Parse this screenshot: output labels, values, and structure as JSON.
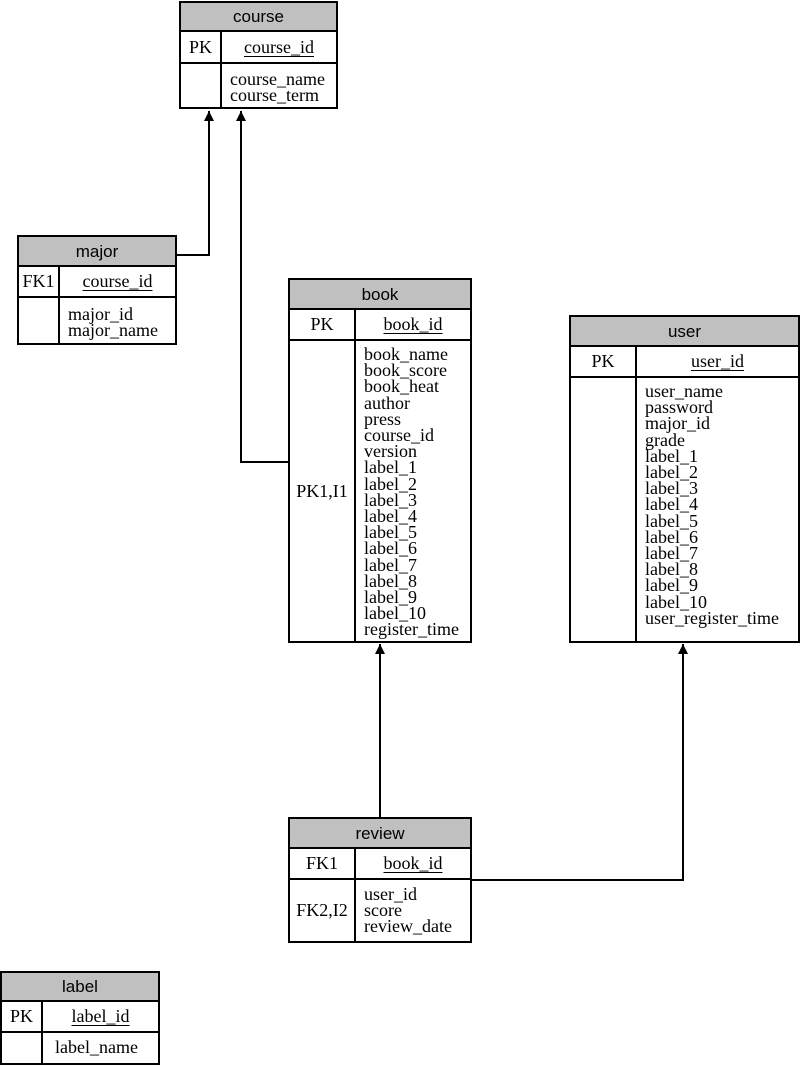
{
  "entities": {
    "course": {
      "name": "course",
      "key_label": "PK",
      "key_field": "course_id",
      "attr_label": "",
      "attrs": [
        "course_name",
        "course_term"
      ]
    },
    "major": {
      "name": "major",
      "key_label": "FK1",
      "key_field": "course_id",
      "attr_label": "",
      "attrs": [
        "major_id",
        "major_name"
      ]
    },
    "book": {
      "name": "book",
      "key_label": "PK",
      "key_field": "book_id",
      "attr_label": "PK1,I1",
      "attrs": [
        "book_name",
        "book_score",
        "book_heat",
        "author",
        "press",
        "course_id",
        "version",
        "label_1",
        "label_2",
        "label_3",
        "label_4",
        "label_5",
        "label_6",
        "label_7",
        "label_8",
        "label_9",
        "label_10",
        "register_time"
      ]
    },
    "user": {
      "name": "user",
      "key_label": "PK",
      "key_field": "user_id",
      "attr_label": "",
      "attrs": [
        "user_name",
        "password",
        "major_id",
        "grade",
        "label_1",
        "label_2",
        "label_3",
        "label_4",
        "label_5",
        "label_6",
        "label_7",
        "label_8",
        "label_9",
        "label_10",
        "user_register_time"
      ]
    },
    "review": {
      "name": "review",
      "key_label": "FK1",
      "key_field": "book_id",
      "attr_label": "FK2,I2",
      "attrs": [
        "user_id",
        "score",
        "review_date"
      ]
    },
    "label": {
      "name": "label",
      "key_label": "PK",
      "key_field": "label_id",
      "attr_label": "",
      "attrs": [
        "label_name"
      ]
    }
  },
  "relationships": [
    {
      "from": "major",
      "to": "course"
    },
    {
      "from": "book",
      "to": "course"
    },
    {
      "from": "review",
      "to": "book"
    },
    {
      "from": "review",
      "to": "user"
    }
  ]
}
